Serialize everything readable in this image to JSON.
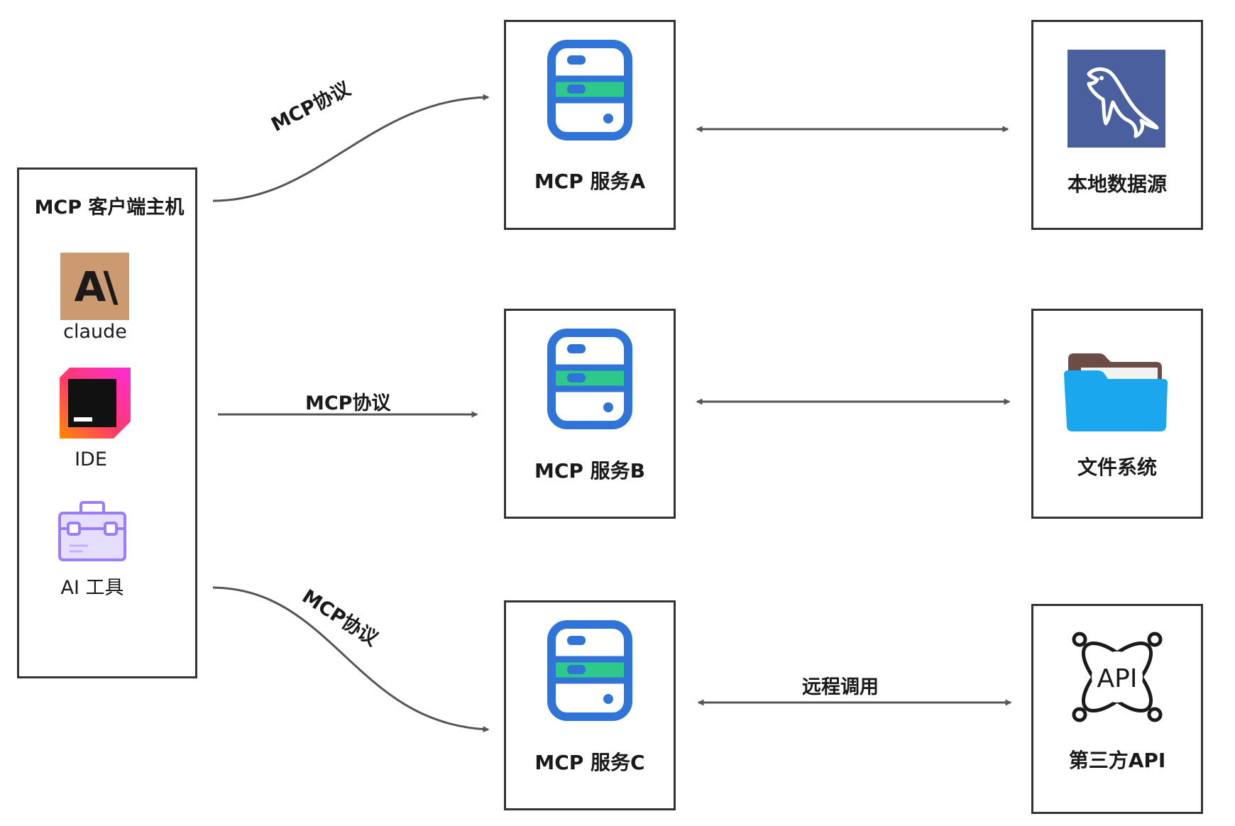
{
  "host": {
    "title": "MCP 客户端主机",
    "clients": [
      {
        "label": "claude",
        "icon": "claude-logo-icon",
        "glyph": "A\\",
        "color": "#cc9a70"
      },
      {
        "label": "IDE",
        "icon": "ide-logo-icon",
        "color": "#ff318c"
      },
      {
        "label": "AI 工具",
        "icon": "toolbox-icon",
        "color": "#9b7bff"
      }
    ]
  },
  "protocol_label": "MCP协议",
  "servers": [
    {
      "label": "MCP 服务A",
      "icon": "server-icon"
    },
    {
      "label": "MCP 服务B",
      "icon": "server-icon"
    },
    {
      "label": "MCP 服务C",
      "icon": "server-icon"
    }
  ],
  "sources": [
    {
      "label": "本地数据源",
      "icon": "mysql-dolphin-icon",
      "color": "#4a5f9e"
    },
    {
      "label": "文件系统",
      "icon": "folder-icon",
      "color": "#1aa7ee"
    },
    {
      "label": "第三方API",
      "icon": "api-icon",
      "glyph": "API"
    }
  ],
  "remote_call_label": "远程调用",
  "colors": {
    "server_blue": "#2f74d6",
    "server_green": "#2ec98a",
    "border": "#333333",
    "arrow": "#555555"
  }
}
